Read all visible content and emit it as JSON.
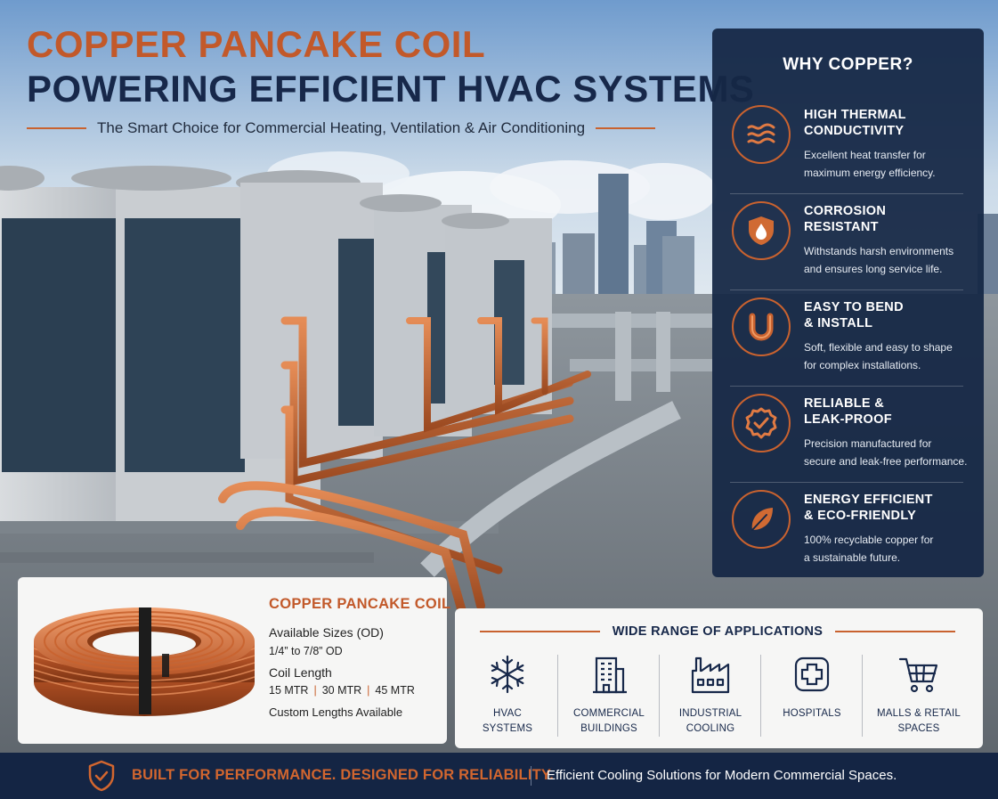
{
  "header": {
    "title_line_1": "COPPER PANCAKE COIL",
    "title_line_2": "POWERING EFFICIENT HVAC SYSTEMS",
    "subtitle": "The Smart Choice for Commercial Heating, Ventilation & Air Conditioning"
  },
  "why_copper": {
    "title": "WHY COPPER?",
    "items": [
      {
        "icon": "heat-waves-icon",
        "heading_1": "HIGH THERMAL",
        "heading_2": "CONDUCTIVITY",
        "text_1": "Excellent heat transfer for",
        "text_2": "maximum energy efficiency."
      },
      {
        "icon": "shield-drop-icon",
        "heading_1": "CORROSION",
        "heading_2": "RESISTANT",
        "text_1": "Withstands harsh environments",
        "text_2": "and ensures long service life."
      },
      {
        "icon": "bent-pipe-icon",
        "heading_1": "EASY TO BEND",
        "heading_2": "& INSTALL",
        "text_1": "Soft, flexible and easy to shape",
        "text_2": "for complex installations."
      },
      {
        "icon": "check-badge-icon",
        "heading_1": "RELIABLE &",
        "heading_2": "LEAK-PROOF",
        "text_1": "Precision manufactured for",
        "text_2": "secure and leak-free performance."
      },
      {
        "icon": "leaf-icon",
        "heading_1": "ENERGY EFFICIENT",
        "heading_2": "& ECO-FRIENDLY",
        "text_1": "100% recyclable copper for",
        "text_2": "a sustainable future."
      }
    ]
  },
  "product": {
    "name": "COPPER PANCAKE COIL",
    "sizes_label": "Available Sizes (OD)",
    "sizes_value": "1/4” to 7/8” OD",
    "length_label": "Coil Length",
    "lengths": [
      "15 MTR",
      "30 MTR",
      "45 MTR"
    ],
    "length_separator": "|",
    "custom_note": "Custom Lengths Available"
  },
  "applications": {
    "title": "WIDE RANGE OF APPLICATIONS",
    "items": [
      {
        "icon": "snowflake-icon",
        "line_1": "HVAC",
        "line_2": "SYSTEMS"
      },
      {
        "icon": "office-building-icon",
        "line_1": "COMMERCIAL",
        "line_2": "BUILDINGS"
      },
      {
        "icon": "factory-icon",
        "line_1": "INDUSTRIAL",
        "line_2": "COOLING"
      },
      {
        "icon": "hospital-cross-icon",
        "line_1": "HOSPITALS",
        "line_2": ""
      },
      {
        "icon": "shopping-cart-icon",
        "line_1": "MALLS & RETAIL",
        "line_2": "SPACES"
      }
    ]
  },
  "banner": {
    "icon": "shield-check-icon",
    "main_text": "BUILT FOR PERFORMANCE. DESIGNED FOR RELIABILITY.",
    "sub_text": "Efficient Cooling Solutions for Modern Commercial Spaces."
  },
  "colors": {
    "accent_copper": "#c2592a",
    "navy": "#17284a",
    "panel_navy": "#152745",
    "card_bg": "#f6f6f5"
  }
}
